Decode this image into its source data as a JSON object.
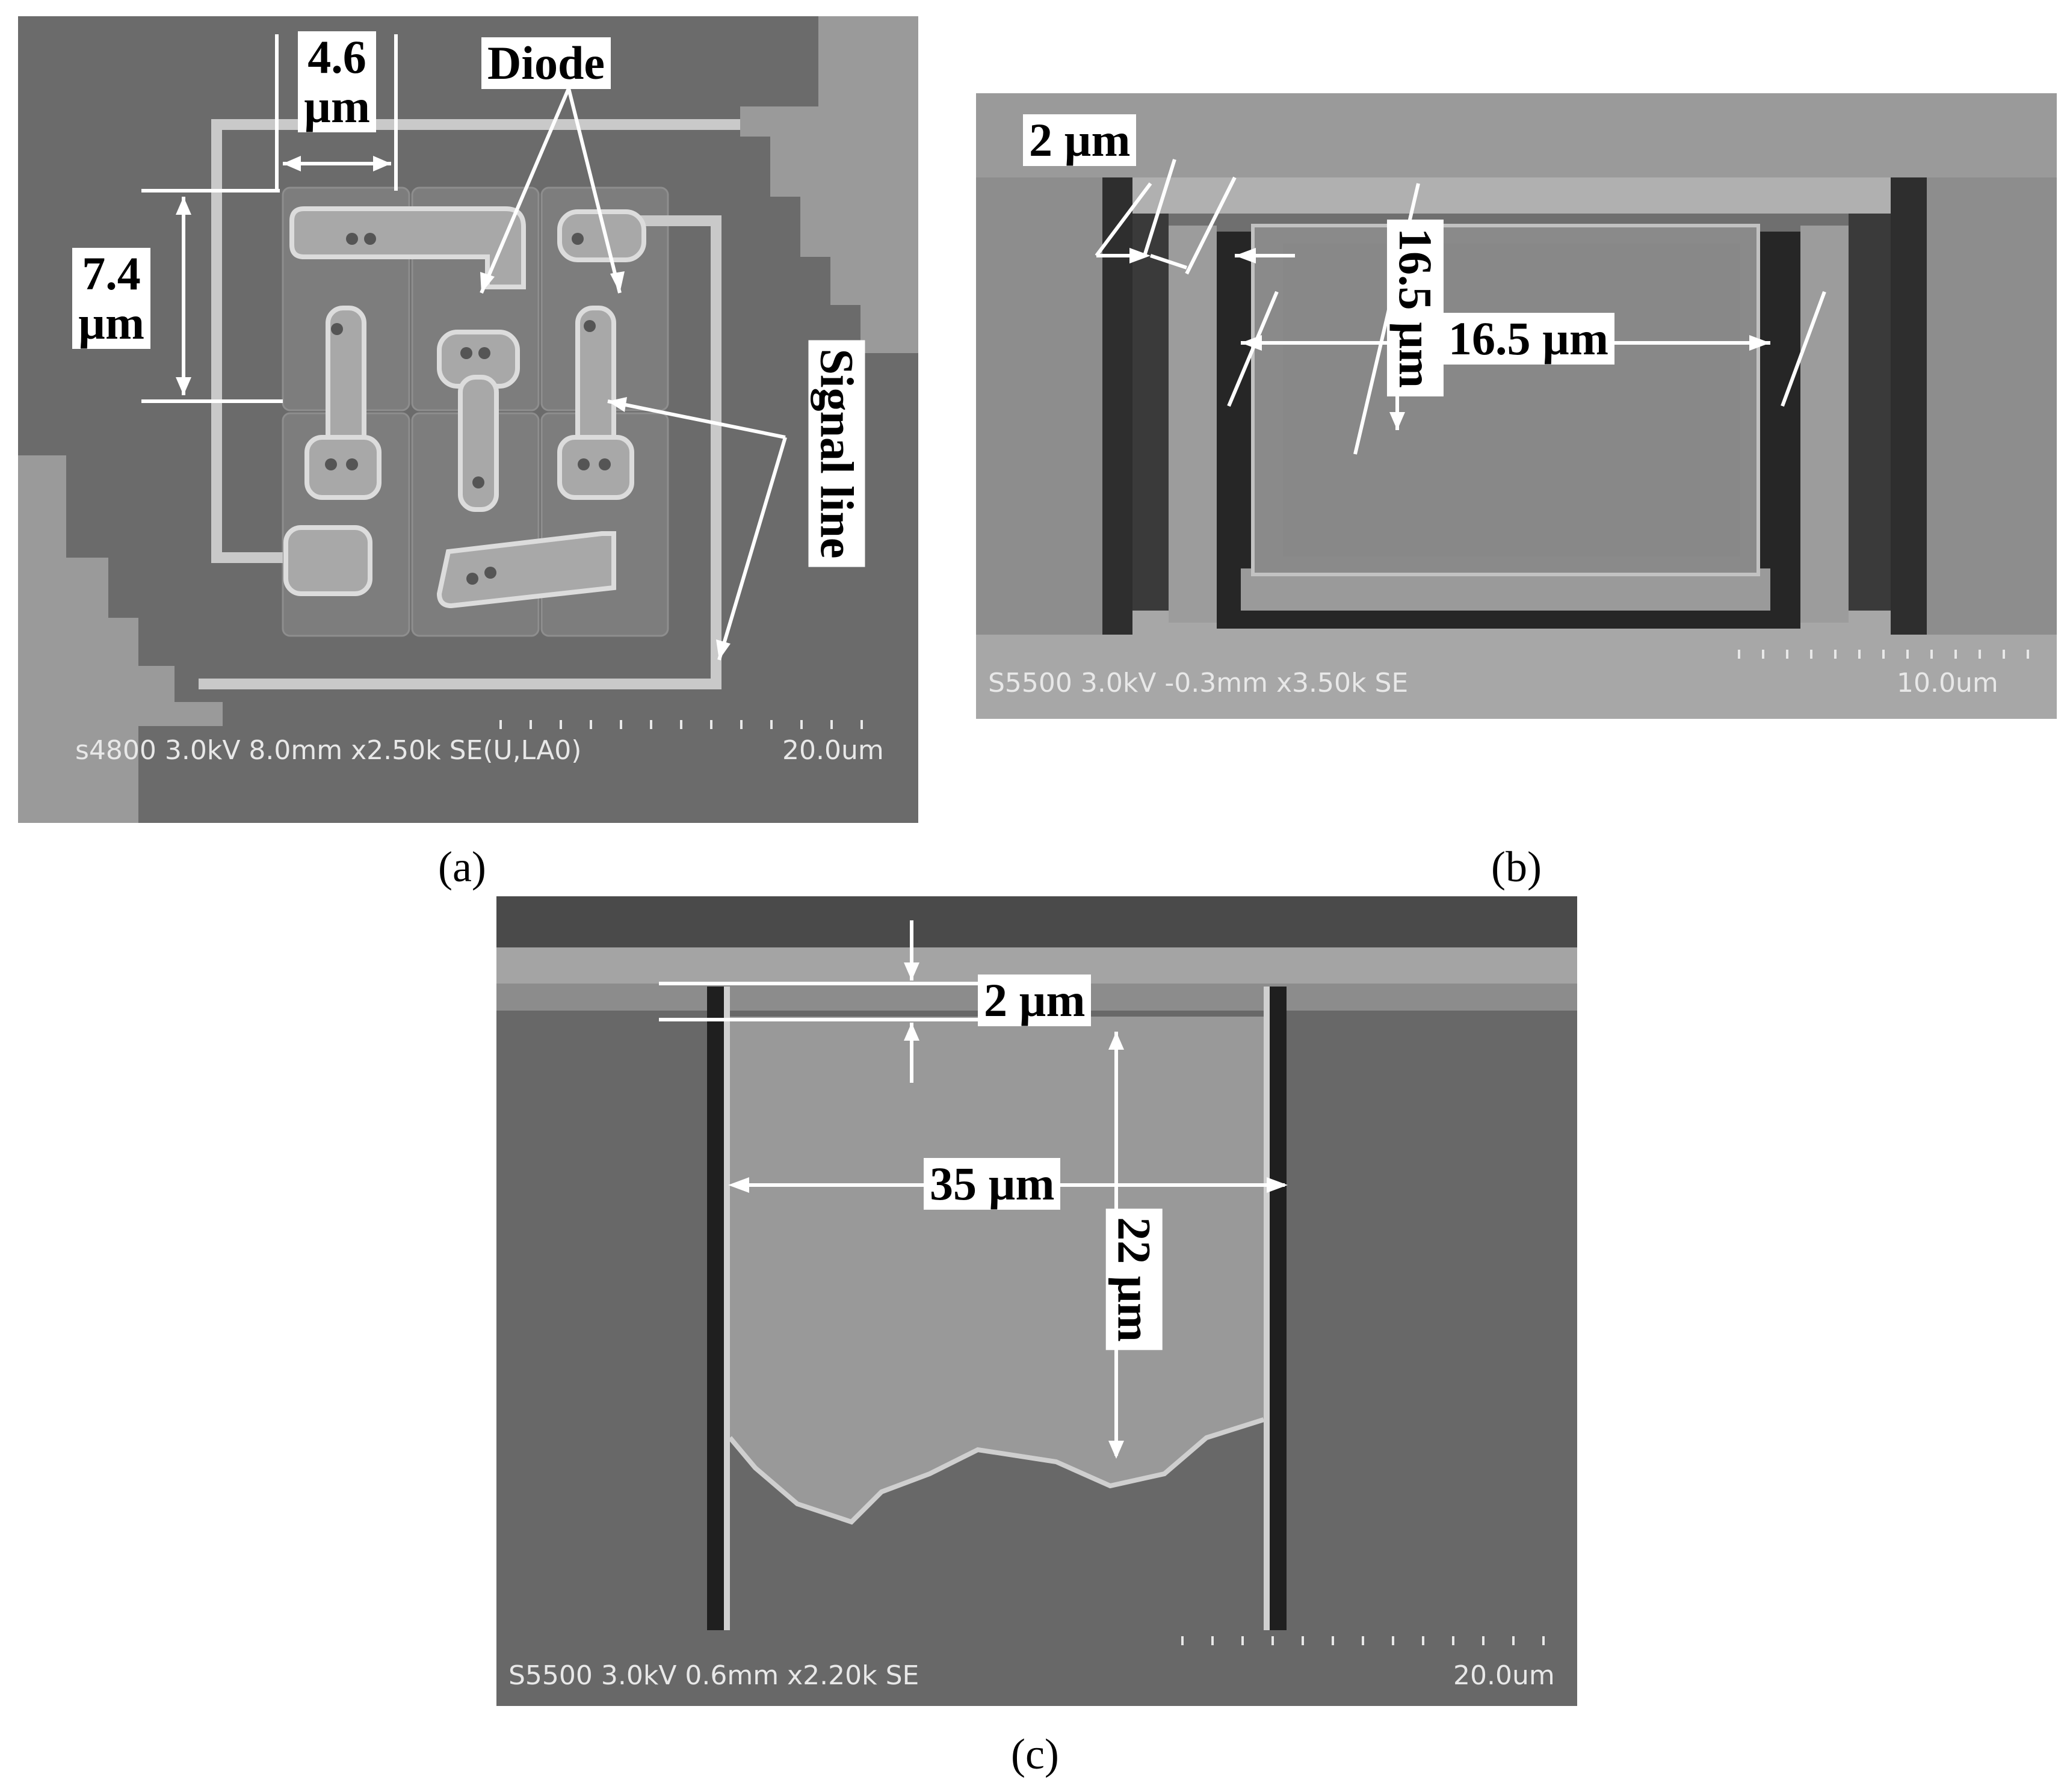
{
  "panel_a": {
    "caption": "(a)",
    "annotations": {
      "dim_width_line1": "4.6",
      "dim_width_line2": "µm",
      "dim_height_line1": "7.4",
      "dim_height_line2": "µm",
      "diode": "Diode",
      "signal_line": "Signal line"
    },
    "sem_info": "s4800 3.0kV 8.0mm x2.50k SE(U,LA0)",
    "scale_bar": "20.0um"
  },
  "panel_b": {
    "caption": "(b)",
    "annotations": {
      "gap": "2 µm",
      "depth": "16.5 µm",
      "width": "16.5 µm"
    },
    "sem_info": "S5500 3.0kV -0.3mm x3.50k SE",
    "scale_bar": "10.0um"
  },
  "panel_c": {
    "caption": "(c)",
    "annotations": {
      "thickness": "2 µm",
      "width": "35 µm",
      "depth": "22 µm"
    },
    "sem_info": "S5500 3.0kV 0.6mm x2.20k SE",
    "scale_bar": "20.0um"
  }
}
